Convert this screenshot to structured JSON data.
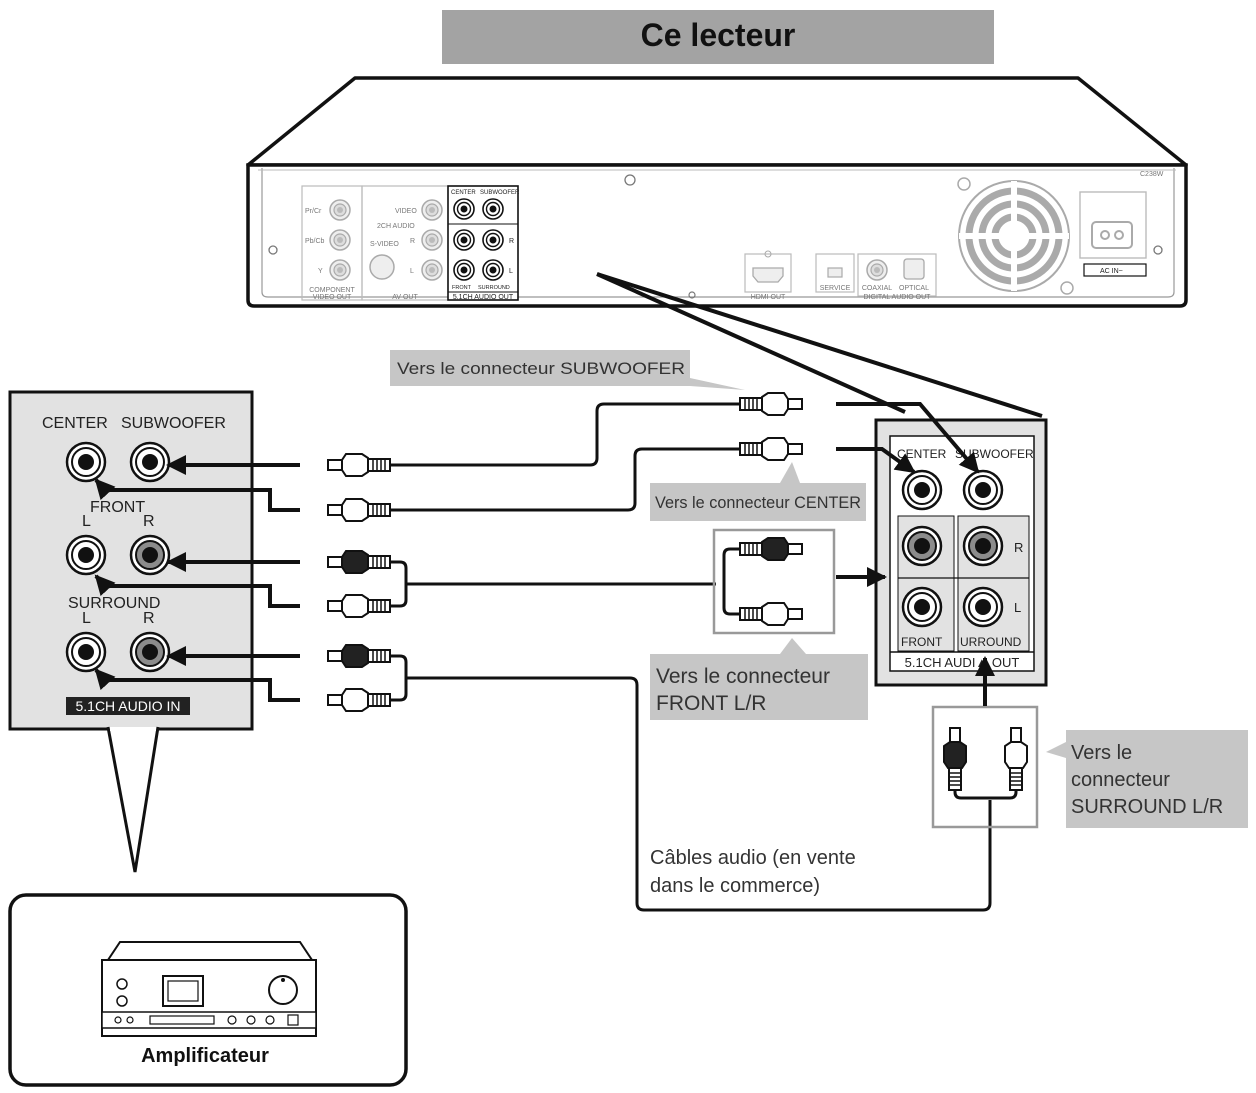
{
  "title": "Ce lecteur",
  "device_panel": {
    "component_group": "COMPONENT VIDEO OUT",
    "component_jacks": [
      "Pr/Cr",
      "Pb/Cb",
      "Y"
    ],
    "av_group": "AV OUT",
    "av_labels": [
      "VIDEO",
      "2CH AUDIO",
      "S-VIDEO",
      "R",
      "L"
    ],
    "audio_group": "5.1CH AUDIO OUT",
    "audio_labels": [
      "CENTER",
      "SUBWOOFER",
      "R",
      "L",
      "FRONT",
      "SURROUND"
    ],
    "hdmi": "HDMI OUT",
    "service": "SERVICE",
    "digital_group": "DIGITAL AUDIO OUT",
    "digital_jacks": [
      "COAXIAL",
      "OPTICAL"
    ],
    "ac": "AC IN~",
    "model": "C238W"
  },
  "amp_panel": {
    "center": "CENTER",
    "subwoofer": "SUBWOOFER",
    "front": "FRONT",
    "surround": "SURROUND",
    "left": "L",
    "right": "R",
    "badge": "5.1CH AUDIO IN"
  },
  "zoom_panel": {
    "center": "CENTER",
    "subwoofer": "SUBWOOFER",
    "right": "R",
    "left": "L",
    "front": "FRONT",
    "surround": "URROUND",
    "badge": "5.1CH AUDI▲ OUT"
  },
  "callouts": {
    "subwoofer": "Vers le connecteur SUBWOOFER",
    "center": "Vers le connecteur  CENTER",
    "front_line1": "Vers le connecteur",
    "front_line2": "FRONT L/R",
    "surround_line1": "Vers le",
    "surround_line2": "connecteur",
    "surround_line3": "SURROUND L/R",
    "cables_line1": "Câbles audio (en vente",
    "cables_line2": "dans le commerce)"
  },
  "amplifier_label": "Amplificateur",
  "colors": {
    "title_bg": "#a3a3a3",
    "panel_bg": "#e2e2e2",
    "callout_bg": "#c6c6c6",
    "line": "#111111",
    "jack_gray": "#8c8c8c"
  }
}
